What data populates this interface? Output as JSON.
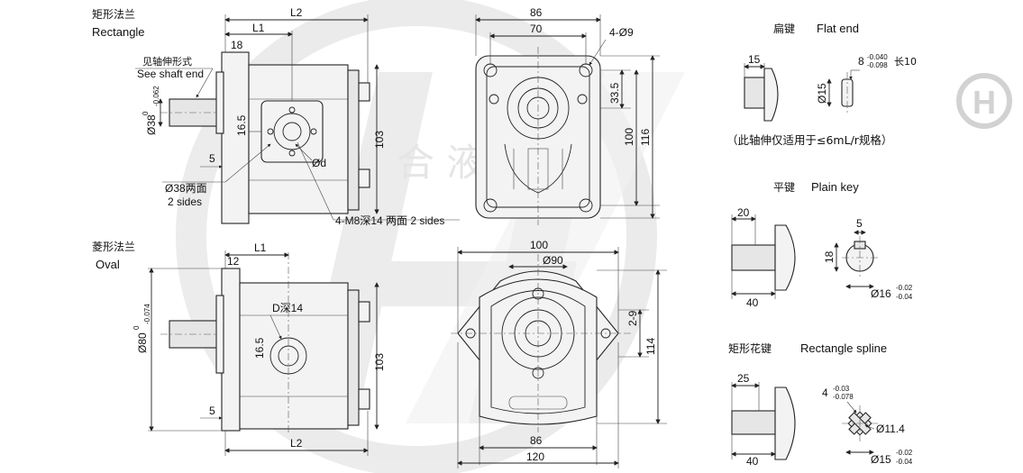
{
  "watermark": {
    "letters": "HY",
    "cn": "合 液",
    "color": "#d8d8d8"
  },
  "rect_flange": {
    "title_cn": "矩形法兰",
    "title_en": "Rectangle",
    "dim_l2": "L2",
    "dim_l1": "L1",
    "dim_18": "18",
    "dim_165": "16.5",
    "dim_5": "5",
    "dim_103": "103",
    "shaft_note_cn": "见轴伸形式",
    "shaft_note_en": "See shaft end",
    "dim_d38": "Ø38",
    "tol_d38_up": "0",
    "tol_d38_low": "-0.062",
    "dim_d38_sides_a": "Ø38两面",
    "dim_d38_sides_b": "2 sides",
    "dim_od": "Ød",
    "thread_note": "4-M8深14 两面 2 sides"
  },
  "rect_front": {
    "dim_86": "86",
    "dim_70": "70",
    "dim_4d9": "4-Ø9",
    "dim_335": "33.5",
    "dim_100": "100",
    "dim_116": "116"
  },
  "oval_flange": {
    "title_cn": "菱形法兰",
    "title_en": "Oval",
    "dim_l1": "L1",
    "dim_12": "12",
    "dim_d80": "Ø80",
    "tol_d80_up": "0",
    "tol_d80_low": "-0.074",
    "dim_dep": "D深14",
    "dim_165": "16.5",
    "dim_5": "5",
    "dim_103": "103",
    "dim_l2": "L2"
  },
  "oval_front": {
    "dim_100": "100",
    "dim_d90": "Ø90",
    "dim_29": "2-9",
    "dim_114": "114",
    "dim_86": "86",
    "dim_120": "120"
  },
  "flat_end": {
    "title_cn": "扁键",
    "title_en": "Flat end",
    "dim_15": "15",
    "dim_8": "8",
    "tol_up": "-0.040",
    "tol_low": "-0.098",
    "len_note": "长10",
    "dim_d15": "Ø15",
    "note": "（此轴伸仅适用于≤6mL/r规格）"
  },
  "plain_key": {
    "title_cn": "平键",
    "title_en": "Plain key",
    "dim_20": "20",
    "dim_5": "5",
    "dim_18": "18",
    "dim_40": "40",
    "dim_d16": "Ø16",
    "tol_up": "-0.02",
    "tol_low": "-0.04"
  },
  "spline": {
    "title_cn": "矩形花键",
    "title_en": "Rectangle spline",
    "dim_25": "25",
    "dim_4": "4",
    "tol4_up": "-0.03",
    "tol4_low": "-0.078",
    "dim_d114": "Ø11.4",
    "dim_40": "40",
    "dim_d15": "Ø15",
    "tol_up": "-0.02",
    "tol_low": "-0.04"
  },
  "logo": {
    "mark": "H"
  }
}
